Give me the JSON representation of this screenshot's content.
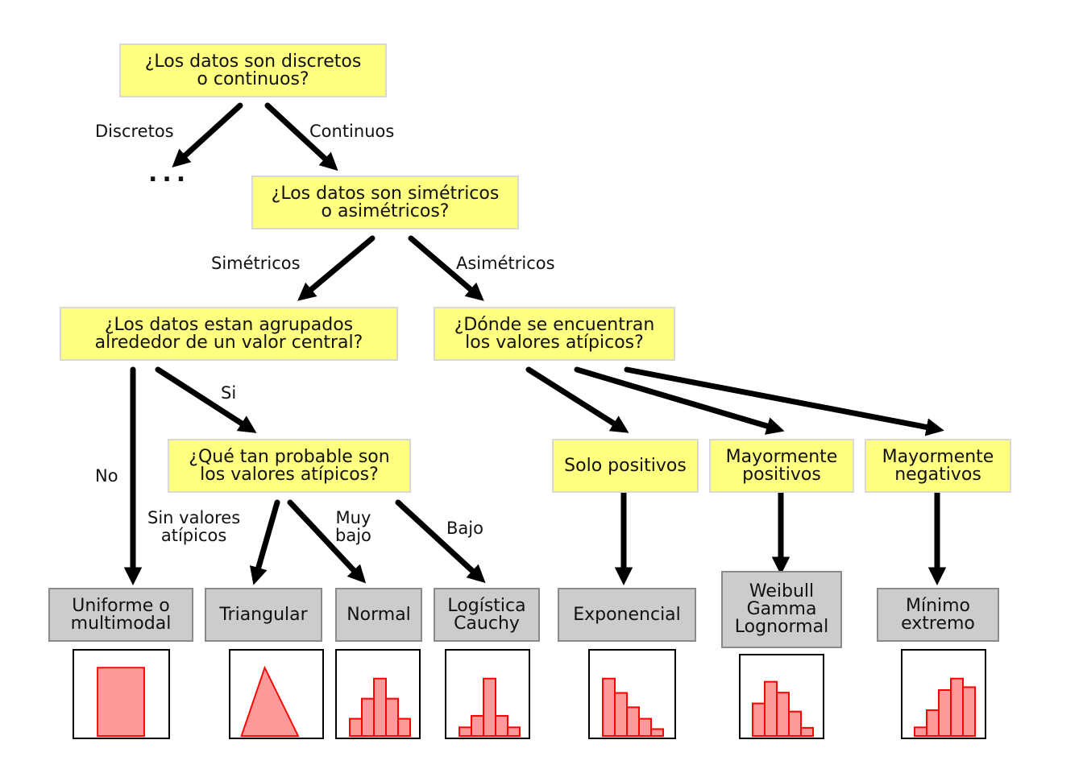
{
  "questions": {
    "q1": [
      "¿Los datos son discretos",
      "o continuos?"
    ],
    "q2": [
      "¿Los datos son simétricos",
      "o asimétricos?"
    ],
    "q3": [
      "¿Los datos estan agrupados",
      "alrededor de un valor central?"
    ],
    "q4": [
      "¿Dónde se encuentran",
      "los valores atípicos?"
    ],
    "q5": [
      "¿Qué tan probable son",
      "los valores atípicos?"
    ],
    "q6": [
      "Solo positivos"
    ],
    "q7": [
      "Mayormente",
      "positivos"
    ],
    "q8": [
      "Mayormente",
      "negativos"
    ]
  },
  "edges": {
    "discretos": "Discretos",
    "continuos": "Continuos",
    "ellipsis": "...",
    "simetricos": "Simétricos",
    "asimetricos": "Asimétricos",
    "si": "Si",
    "no": "No",
    "sin_valores": [
      "Sin valores",
      "atípicos"
    ],
    "muy_bajo": [
      "Muy",
      "bajo"
    ],
    "bajo": "Bajo"
  },
  "results": {
    "uniforme": [
      "Uniforme o",
      "multimodal"
    ],
    "triangular": [
      "Triangular"
    ],
    "normal": [
      "Normal"
    ],
    "logistica": [
      "Logística",
      "Cauchy"
    ],
    "exponencial": [
      "Exponencial"
    ],
    "weibull": [
      "Weibull",
      "Gamma",
      "Lognormal"
    ],
    "minimo": [
      "Mínimo",
      "extremo"
    ]
  },
  "colors": {
    "question_fill": "#ffff80",
    "result_fill": "#cccccc",
    "hist_fill": "#ff9a9a",
    "hist_stroke": "#ff0000",
    "arrow": "#000000"
  },
  "histograms": {
    "uniforme": [
      1
    ],
    "normal": [
      0.3,
      0.65,
      1.0,
      0.65,
      0.3
    ],
    "logistica": [
      0.15,
      0.35,
      1.0,
      0.35,
      0.15
    ],
    "exponencial": [
      1.0,
      0.75,
      0.5,
      0.3,
      0.12
    ],
    "weibull": [
      0.6,
      1.0,
      0.8,
      0.45,
      0.15
    ],
    "minimo": [
      0.15,
      0.45,
      0.8,
      1.0,
      0.85
    ]
  }
}
